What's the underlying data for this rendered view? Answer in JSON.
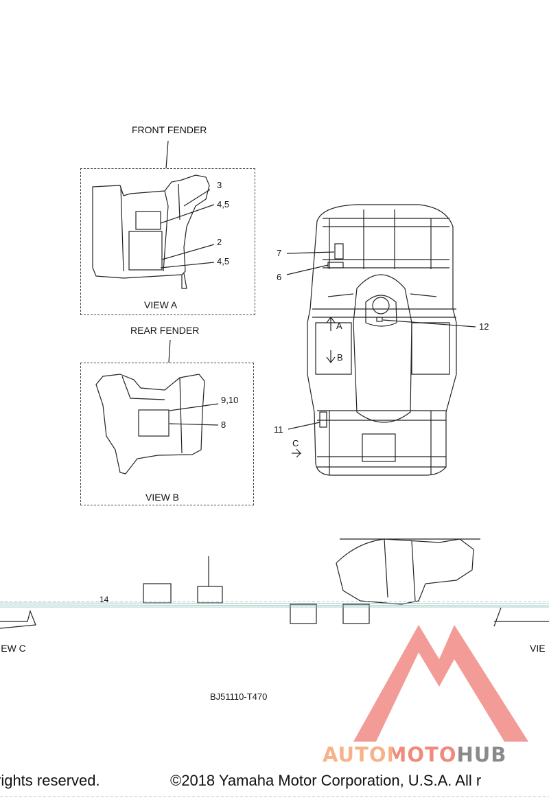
{
  "headings": {
    "front_fender": "FRONT FENDER",
    "rear_fender": "REAR FENDER",
    "view_a": "VIEW A",
    "view_b": "VIEW B",
    "view_c": "VIEW C",
    "view_d_partial": "VIE"
  },
  "callouts": {
    "front": [
      "3",
      "4,5",
      "2",
      "4,5"
    ],
    "rear": [
      "9,10",
      "8"
    ],
    "top": [
      "7",
      "6",
      "12",
      "11",
      "14"
    ],
    "arrows": {
      "a": "A",
      "b": "B",
      "c": "C"
    }
  },
  "diagram_code": "BJ51110-T470",
  "copyright": "©2018 Yamaha Motor Corporation, U.S.A. All r",
  "copyright_left": "rights reserved.",
  "watermark": {
    "text": "AUTOMOTOHUB",
    "colors": {
      "auto": "#f6b38a",
      "moto": "#ef8a7c",
      "hub": "#8a8a8a",
      "triangle": "#f08a86"
    }
  }
}
